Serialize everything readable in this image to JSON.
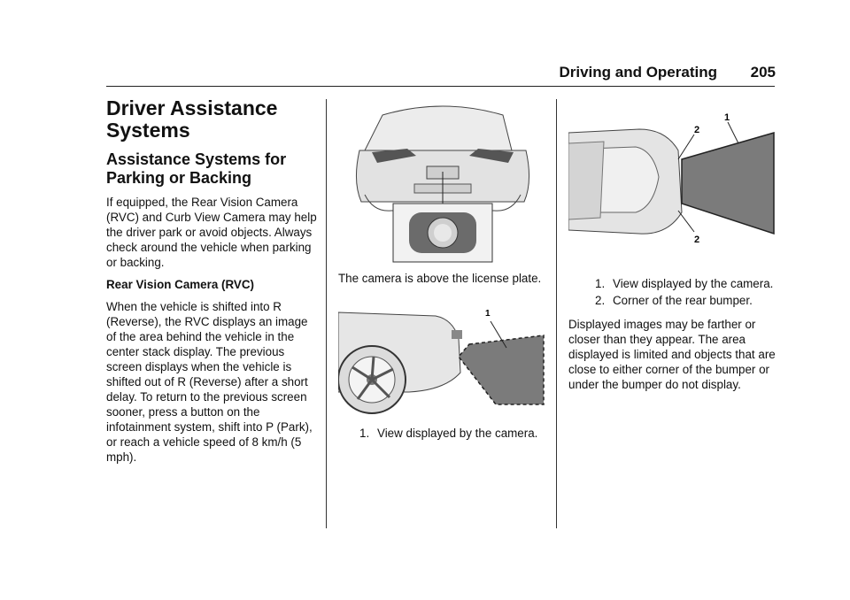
{
  "header": {
    "section": "Driving and Operating",
    "page_number": "205"
  },
  "col1": {
    "title": "Driver Assistance Systems",
    "subtitle": "Assistance Systems for Parking or Backing",
    "intro": "If equipped, the Rear Vision Camera (RVC) and Curb View Camera may help the driver park or avoid objects. Always check around the vehicle when parking or backing.",
    "rvc_heading": "Rear Vision Camera (RVC)",
    "rvc_body": "When the vehicle is shifted into R (Reverse), the RVC displays an image of the area behind the vehicle in the center stack display. The previous screen displays when the vehicle is shifted out of R (Reverse) after a short delay. To return to the previous screen sooner, press a button on the infotainment system, shift into P (Park), or reach a vehicle speed of 8 km/h (5 mph)."
  },
  "col2": {
    "camera_caption": "The camera is above the license plate.",
    "side_callout": "1",
    "captions": [
      {
        "num": "1.",
        "text": "View displayed by the camera."
      }
    ]
  },
  "col3": {
    "callouts": [
      "1",
      "2",
      "2"
    ],
    "captions": [
      {
        "num": "1.",
        "text": "View displayed by the camera."
      },
      {
        "num": "2.",
        "text": "Corner of the rear bumper."
      }
    ],
    "body": "Displayed images may be farther or closer than they appear. The area displayed is limited and objects that are close to either corner of the bumper or under the bumper do not display."
  },
  "colors": {
    "view_area": "#7b7b7b",
    "car_body": "#e6e6e6",
    "ink": "#111111"
  }
}
